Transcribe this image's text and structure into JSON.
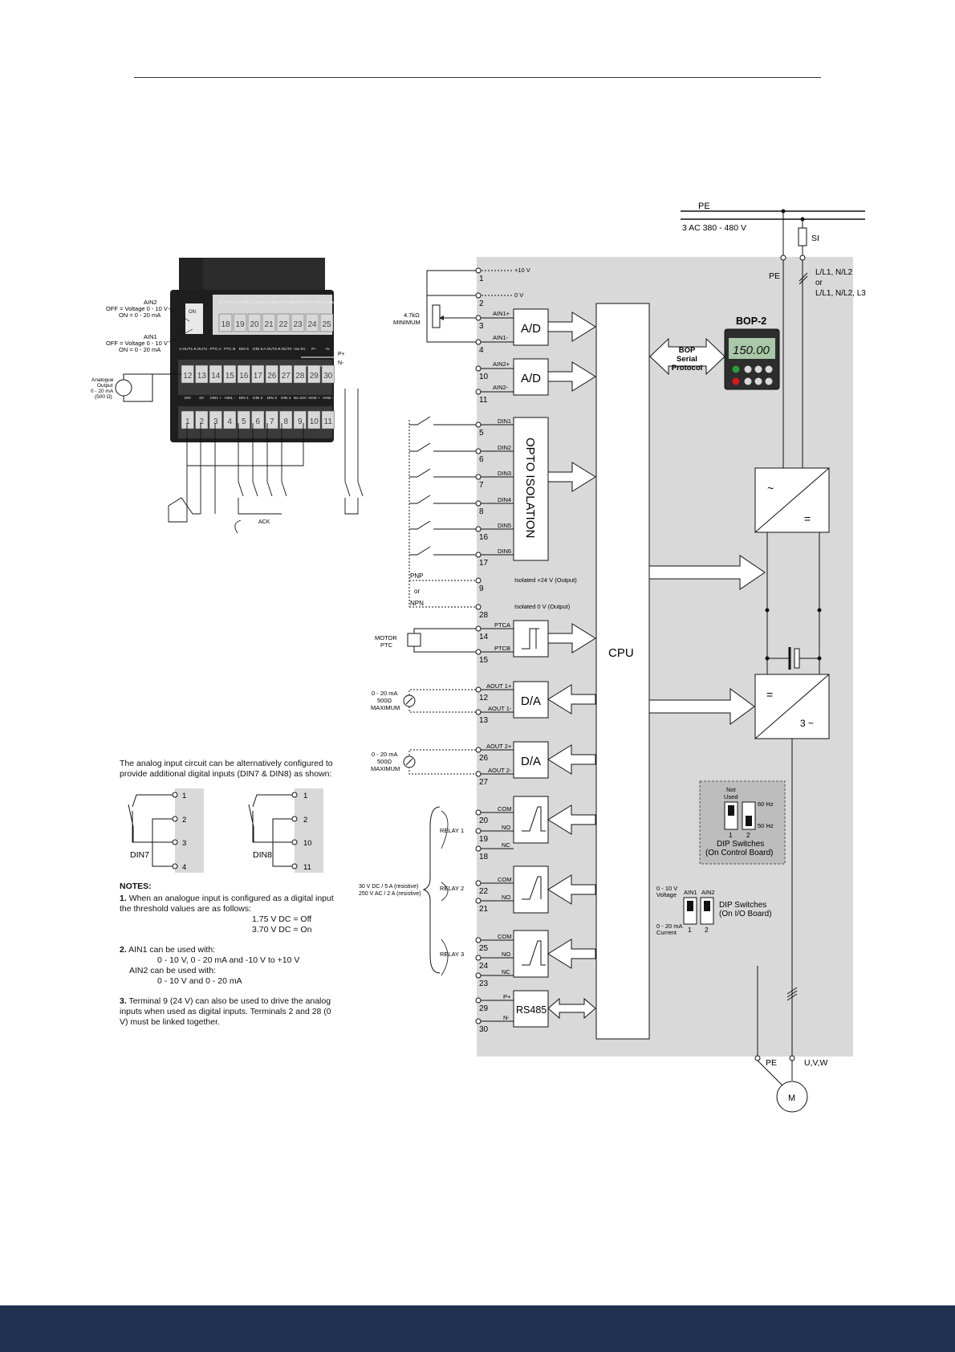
{
  "power": {
    "pe_top": "PE",
    "supply": "3 AC 380 - 480 V",
    "fuse": "SI",
    "pe_mid": "PE",
    "lines": [
      "L/L1, N/L2",
      "or",
      "L/L1, N/L2, L3"
    ],
    "pe_bottom": "PE",
    "uvw": "U,V,W",
    "motor": "M"
  },
  "terminals": {
    "t1": {
      "num": "1",
      "label": "+10 V"
    },
    "t2": {
      "num": "2",
      "label": "0 V"
    },
    "t3": {
      "num": "3",
      "label": "AIN1+"
    },
    "t4": {
      "num": "4",
      "label": "AIN1-"
    },
    "t10": {
      "num": "10",
      "label": "AIN2+"
    },
    "t11": {
      "num": "11",
      "label": "AIN2-"
    },
    "t5": {
      "num": "5",
      "label": "DIN1"
    },
    "t6": {
      "num": "6",
      "label": "DIN2"
    },
    "t7": {
      "num": "7",
      "label": "DIN3"
    },
    "t8": {
      "num": "8",
      "label": "DIN4"
    },
    "t16": {
      "num": "16",
      "label": "DIN5"
    },
    "t17": {
      "num": "17",
      "label": "DIN6"
    },
    "t9": {
      "num": "9",
      "label": "Isolated +24 V (Output)"
    },
    "t28": {
      "num": "28",
      "label": "Isolated 0 V (Output)"
    },
    "t14": {
      "num": "14",
      "label": "PTCA"
    },
    "t15": {
      "num": "15",
      "label": "PTCB"
    },
    "t12": {
      "num": "12",
      "label": "AOUT 1+"
    },
    "t13": {
      "num": "13",
      "label": "AOUT 1-"
    },
    "t26": {
      "num": "26",
      "label": "AOUT 2+"
    },
    "t27": {
      "num": "27",
      "label": "AOUT 2-"
    },
    "t20": {
      "num": "20",
      "label": "COM"
    },
    "t19": {
      "num": "19",
      "label": "NO"
    },
    "t18": {
      "num": "18",
      "label": "NC"
    },
    "t22": {
      "num": "22",
      "label": "COM"
    },
    "t21": {
      "num": "21",
      "label": "NO"
    },
    "t25": {
      "num": "25",
      "label": "COM"
    },
    "t24": {
      "num": "24",
      "label": "NO"
    },
    "t23": {
      "num": "23",
      "label": "NC"
    },
    "t29": {
      "num": "29",
      "label": "P+"
    },
    "t30": {
      "num": "30",
      "label": "N-"
    }
  },
  "blocks": {
    "ad": "A/D",
    "opto": "OPTO ISOLATION",
    "da": "D/A",
    "rs485": "RS485",
    "cpu": "CPU",
    "bop_title": "BOP-2",
    "bop_display": "150.00",
    "bop_protocol": [
      "BOP",
      "Serial",
      "Protocol"
    ],
    "inv_ac": "~",
    "inv_dc": "=",
    "out_dc": "=",
    "out_ac": "3 ~"
  },
  "left_labels": {
    "pot": [
      "4.7kΩ",
      "MINIMUM"
    ],
    "pnp": "PNP",
    "or": "or",
    "npn": "NPN",
    "motor_ptc": [
      "MOTOR",
      "PTC"
    ],
    "aout": [
      "0 - 20 mA",
      "500Ω",
      "MAXIMUM"
    ],
    "relay1": "RELAY 1",
    "relay2": "RELAY 2",
    "relay3": "RELAY 3",
    "relay_rating": [
      "30 V DC / 5 A (resistive)",
      "250 V AC / 2 A (resistive)"
    ]
  },
  "dip_control": {
    "not_used": [
      "Not",
      "Used"
    ],
    "hz60": "60 Hz",
    "hz50": "50 Hz",
    "n1": "1",
    "n2": "2",
    "title": [
      "DIP Switches",
      "(On Control Board)"
    ]
  },
  "dip_io": {
    "voltage": [
      "0 - 10 V",
      "Voltage"
    ],
    "ain1": "AIN1",
    "ain2": "AIN2",
    "current": [
      "0 - 20 mA",
      "Current"
    ],
    "n1": "1",
    "n2": "2",
    "title": [
      "DIP Switches",
      "(On I/O Board)"
    ]
  },
  "photo": {
    "ain2_note": [
      "AIN2",
      "OFF = Voltage 0 - 10 V",
      "ON = 0 - 20 mA"
    ],
    "ain1_note": [
      "AIN1",
      "OFF = Voltage 0 - 10 V",
      "ON = 0 - 20 mA"
    ],
    "analogue_out": [
      "Analogue",
      "Output",
      "0 - 20 mA",
      "(500 Ω)"
    ],
    "on": "ON",
    "top_labels": [
      "RL1 NC",
      "RL1 NO",
      "RL1 COM",
      "RL2 NO",
      "RL2 COM",
      "RL3 NO",
      "RL3 NC",
      "RL3 COM"
    ],
    "top_nums": [
      "18",
      "19",
      "20",
      "21",
      "22",
      "23",
      "24",
      "25"
    ],
    "mid_labels": [
      "A OUT1 +",
      "A OUT1 -",
      "PTC A",
      "PTC B",
      "DIN 5",
      "DIN 6",
      "A OUT2 +",
      "A OUT2 -",
      "Iso 0V",
      "P+",
      "N-"
    ],
    "mid_nums": [
      "12",
      "13",
      "14",
      "15",
      "16",
      "17",
      "26",
      "27",
      "28",
      "29",
      "30"
    ],
    "bot_labels": [
      "10V",
      "0V",
      "AIN1 +",
      "AIN1 -",
      "DIN 1",
      "DIN 2",
      "DIN 3",
      "DIN 4",
      "Iso 24V",
      "AIN2 +",
      "AIN2 -"
    ],
    "bot_nums": [
      "1",
      "2",
      "3",
      "4",
      "5",
      "6",
      "7",
      "8",
      "9",
      "10",
      "11"
    ],
    "p_plus": "P+",
    "n_minus": "N-",
    "ack": "ACK"
  },
  "alt_circuit": {
    "intro": "The analog input circuit can be alternatively configured to provide additional digital inputs (DIN7 & DIN8) as shown:",
    "din7": "DIN7",
    "din8": "DIN8",
    "din7_terms": [
      "1",
      "2",
      "3",
      "4"
    ],
    "din8_terms": [
      "1",
      "2",
      "10",
      "11"
    ]
  },
  "notes": {
    "heading": "NOTES:",
    "n1_num": "1.",
    "n1_text": "When an analogue input is configured as a digital input the threshold values are as follows:",
    "n1_off": "1.75 V DC = Off",
    "n1_on": "3.70 V DC = On",
    "n2_num": "2.",
    "n2_a": "AIN1 can be used with:",
    "n2_a_range": "0 - 10 V, 0 - 20 mA and -10 V to +10 V",
    "n2_b": "AIN2 can be used with:",
    "n2_b_range": "0 - 10 V and 0 - 20 mA",
    "n3_num": "3.",
    "n3_text": "Terminal 9 (24 V) can also be used to drive the analog inputs when used as digital inputs. Terminals 2 and 28 (0 V) must be linked together."
  }
}
